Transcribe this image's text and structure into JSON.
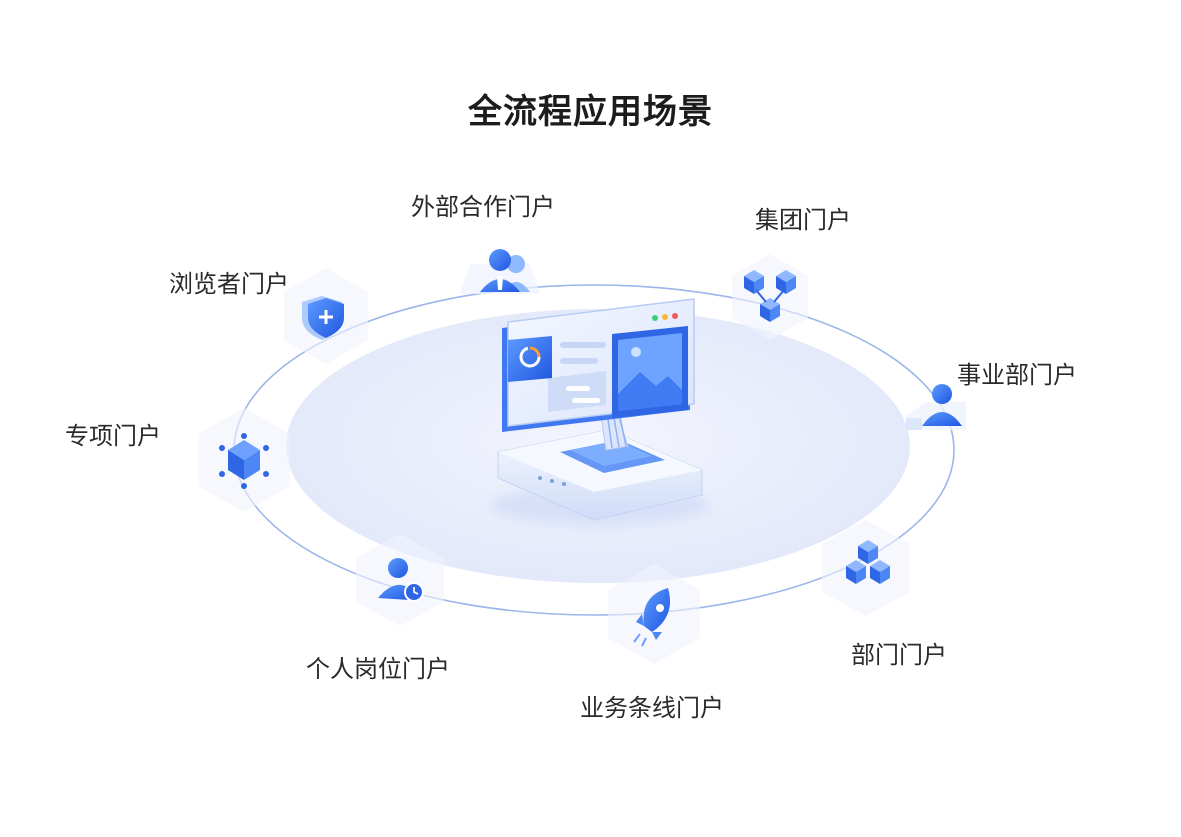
{
  "title": "全流程应用场景",
  "portals": [
    {
      "id": "external",
      "label": "外部合作门户",
      "icon": "team-users-icon"
    },
    {
      "id": "group",
      "label": "集团门户",
      "icon": "network-cubes-icon"
    },
    {
      "id": "business-unit",
      "label": "事业部门户",
      "icon": "person-icon"
    },
    {
      "id": "department",
      "label": "部门门户",
      "icon": "stacked-cubes-icon"
    },
    {
      "id": "business-line",
      "label": "业务条线门户",
      "icon": "rocket-icon"
    },
    {
      "id": "personal-post",
      "label": "个人岗位门户",
      "icon": "user-clock-icon"
    },
    {
      "id": "special",
      "label": "专项门户",
      "icon": "hexagon-cube-icon"
    },
    {
      "id": "browser",
      "label": "浏览者门户",
      "icon": "shield-plus-icon"
    }
  ],
  "colors": {
    "accent": "#2f6bf0",
    "accent_light": "#6fa0ff",
    "ring": "#9bb4ee",
    "disc": "#eaeefb"
  },
  "center_icon": "computer-monitor-icon"
}
